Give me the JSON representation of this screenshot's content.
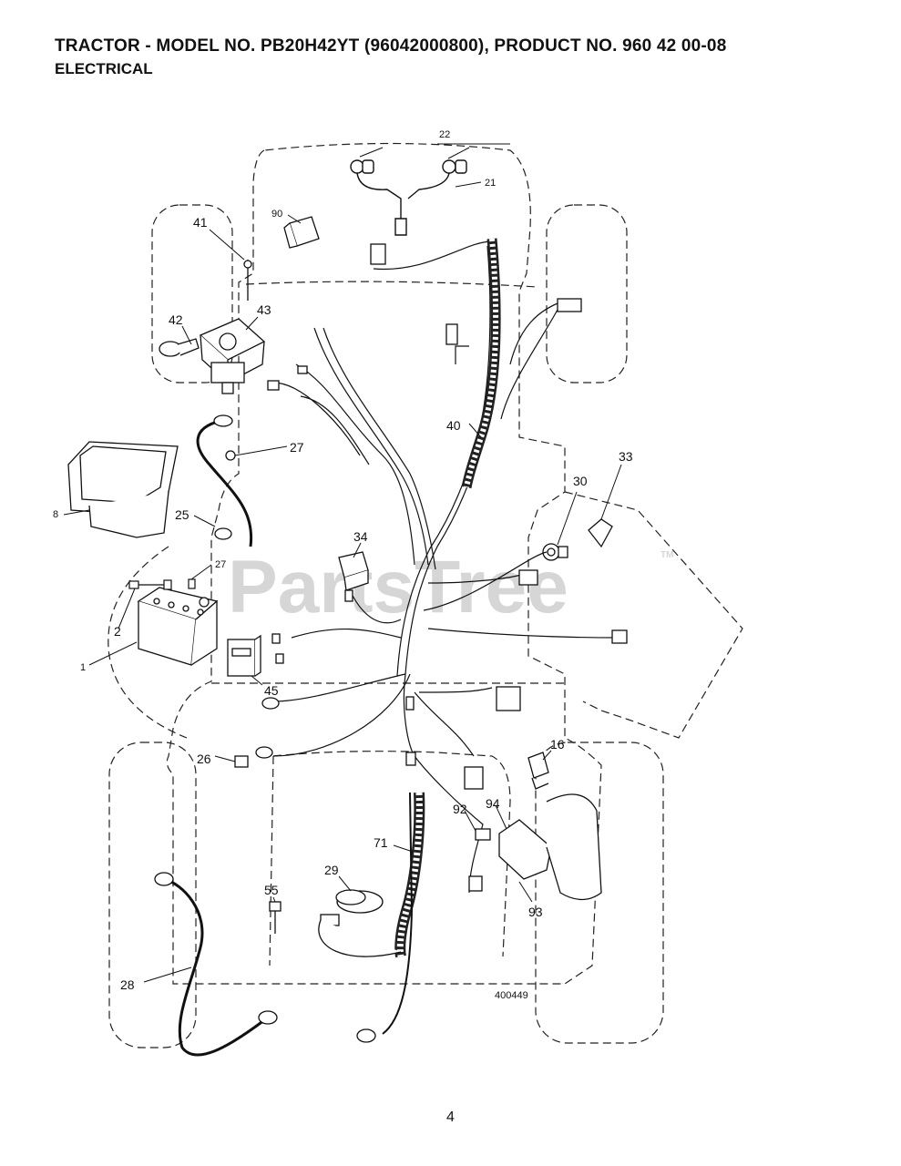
{
  "header": {
    "title": "TRACTOR - MODEL NO. PB20H42YT (96042000800), PRODUCT NO. 960 42 00-08",
    "subtitle": "ELECTRICAL"
  },
  "watermark": {
    "text": "PartsTree",
    "tm": "TM"
  },
  "diagram": {
    "drawing_number": "400449",
    "callouts": [
      {
        "id": "c22",
        "label": "22"
      },
      {
        "id": "c21",
        "label": "21"
      },
      {
        "id": "c90",
        "label": "90"
      },
      {
        "id": "c41",
        "label": "41"
      },
      {
        "id": "c43",
        "label": "43"
      },
      {
        "id": "c42",
        "label": "42"
      },
      {
        "id": "c40",
        "label": "40"
      },
      {
        "id": "c27a",
        "label": "27"
      },
      {
        "id": "c33",
        "label": "33"
      },
      {
        "id": "c30",
        "label": "30"
      },
      {
        "id": "c8",
        "label": "8"
      },
      {
        "id": "c25",
        "label": "25"
      },
      {
        "id": "c34",
        "label": "34"
      },
      {
        "id": "c27b",
        "label": "27"
      },
      {
        "id": "c2",
        "label": "2"
      },
      {
        "id": "c1",
        "label": "1"
      },
      {
        "id": "c45",
        "label": "45"
      },
      {
        "id": "c16",
        "label": "16"
      },
      {
        "id": "c26",
        "label": "26"
      },
      {
        "id": "c92",
        "label": "92"
      },
      {
        "id": "c94",
        "label": "94"
      },
      {
        "id": "c71",
        "label": "71"
      },
      {
        "id": "c29",
        "label": "29"
      },
      {
        "id": "c55",
        "label": "55"
      },
      {
        "id": "c93",
        "label": "93"
      },
      {
        "id": "c28",
        "label": "28"
      }
    ]
  },
  "page": {
    "number": "4"
  }
}
